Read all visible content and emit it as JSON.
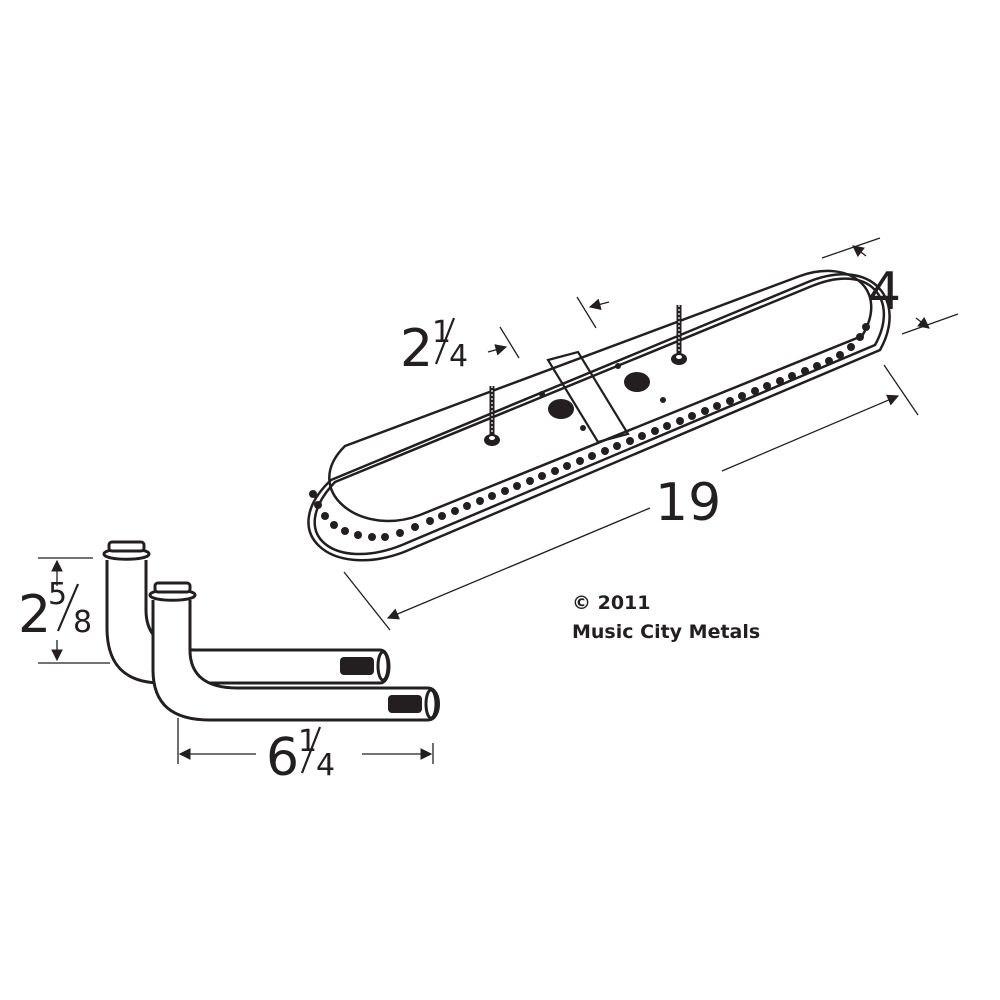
{
  "diagram": {
    "type": "technical-drawing",
    "subject": "oval grill burner with venturi tubes",
    "stroke_color": "#231f20",
    "background": "#ffffff"
  },
  "dimensions": {
    "burner_length": {
      "whole": "19",
      "label": "19"
    },
    "burner_width": {
      "whole": "4",
      "label": "4"
    },
    "burner_section": {
      "whole": "2",
      "num": "1",
      "den": "4",
      "label": "2 1/4"
    },
    "tube_height": {
      "whole": "2",
      "num": "5",
      "den": "8",
      "label": "2 5/8"
    },
    "tube_length": {
      "whole": "6",
      "num": "1",
      "den": "4",
      "label": "6 1/4"
    }
  },
  "copyright": {
    "line1": "© 2011",
    "line2": "Music City Metals"
  }
}
